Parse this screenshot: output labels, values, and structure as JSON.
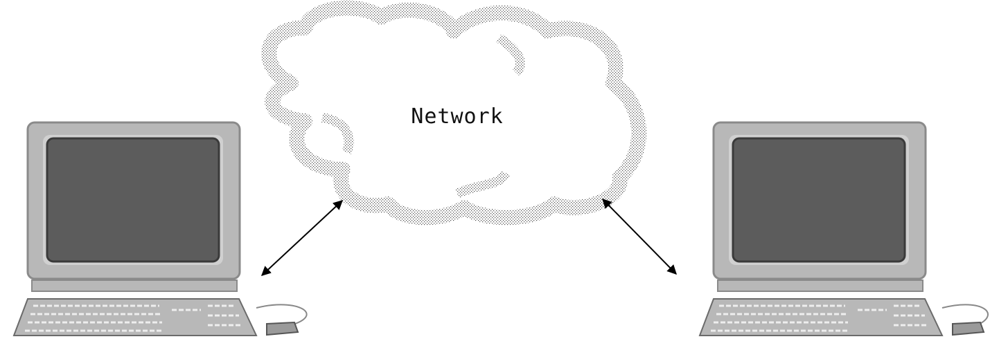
{
  "cloud": {
    "label": "Network",
    "color": "#5a5a5a"
  },
  "computers": [
    {
      "id": "left-computer",
      "side": "left"
    },
    {
      "id": "right-computer",
      "side": "right"
    }
  ],
  "connections": [
    {
      "from": "left-computer",
      "to": "cloud",
      "bidirectional": true
    },
    {
      "from": "cloud",
      "to": "right-computer",
      "bidirectional": true
    }
  ],
  "colors": {
    "case": "#b8b8b8",
    "case_dark": "#808080",
    "screen": "#5c5c5c",
    "arrow": "#000000"
  }
}
